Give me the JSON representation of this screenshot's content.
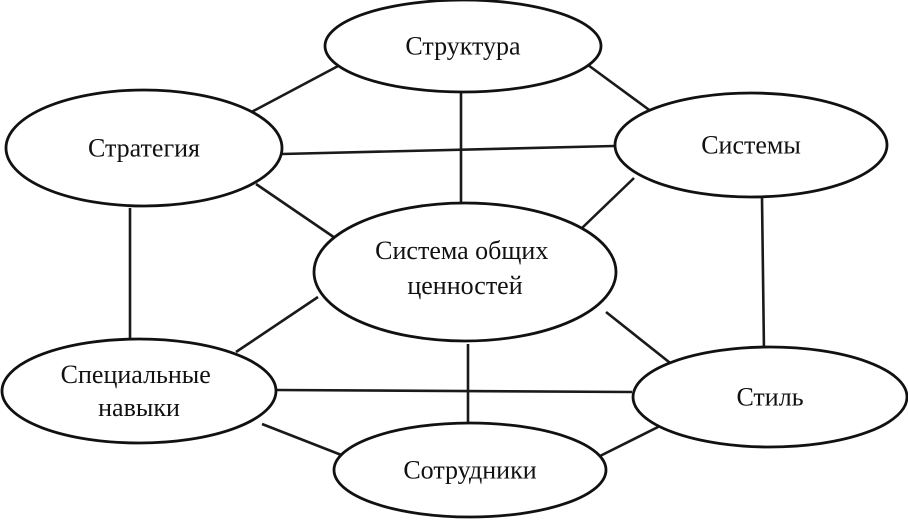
{
  "nodes": {
    "structure": {
      "label": "Структура"
    },
    "strategy": {
      "label": "Стратегия"
    },
    "systems": {
      "label": "Системы"
    },
    "shared_values": {
      "line1": "Система общих",
      "line2": "ценностей"
    },
    "skills": {
      "line1": "Специальные",
      "line2": "навыки"
    },
    "style": {
      "label": "Стиль"
    },
    "staff": {
      "label": "Сотрудники"
    }
  }
}
